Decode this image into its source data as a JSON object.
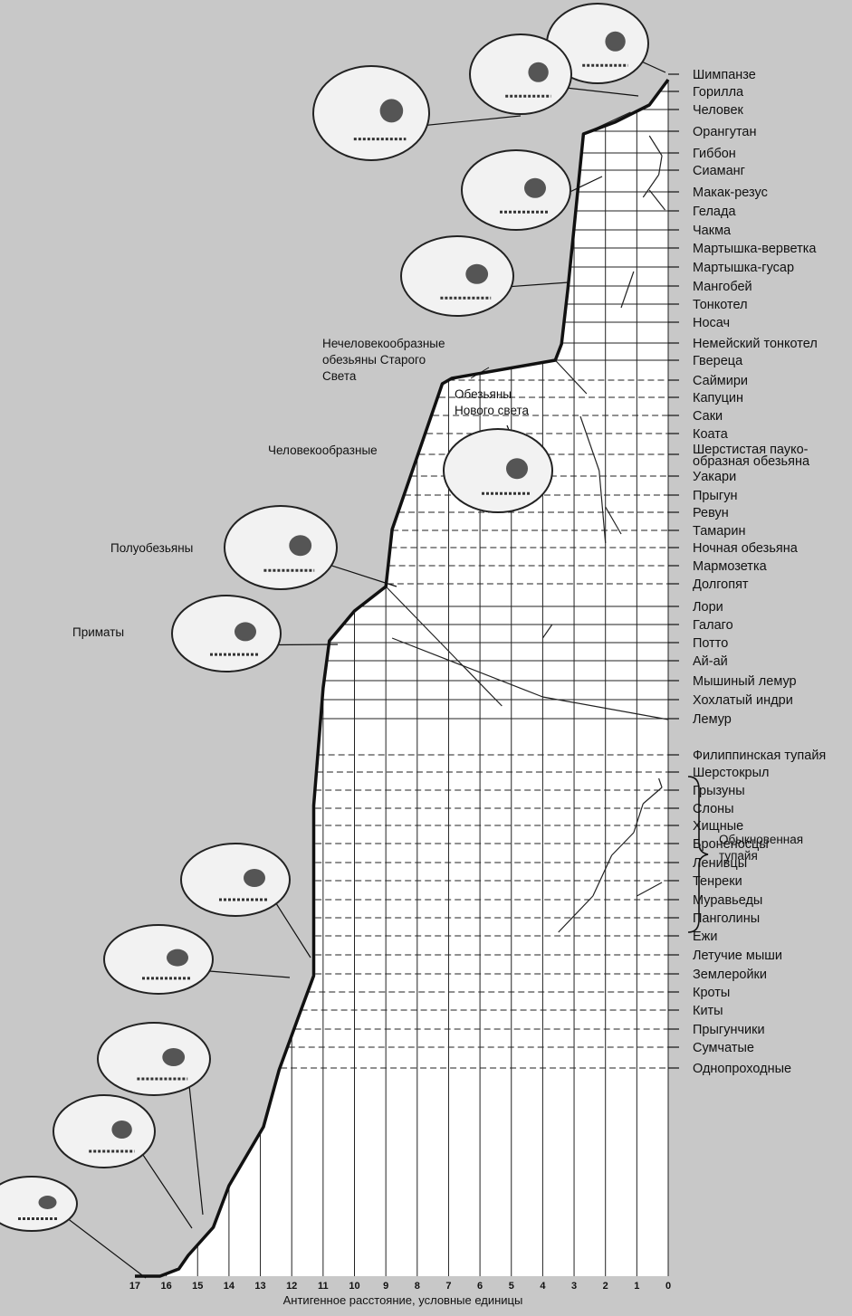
{
  "species": [
    "Шимпанзе",
    "Горилла",
    "Человек",
    "Орангутан",
    "Гиббон",
    "Сиаманг",
    "Макак-резус",
    "Гелада",
    "Чакма",
    "Мартышка-верветка",
    "Мартышка-гусар",
    "Мангобей",
    "Тонкотел",
    "Носач",
    "Немейский тонкотел",
    "Гвереца",
    "Саймири",
    "Капуцин",
    "Саки",
    "Коата",
    "Шерстистая пауко-\nобразная обезьяна",
    "Уакари",
    "Прыгун",
    "Ревун",
    "Тамарин",
    "Ночная обезьяна",
    "Мармозетка",
    "Долгопят",
    "Лори",
    "Галаго",
    "Потто",
    "Ай-ай",
    "Мышиный лемур",
    "Хохлатый индри",
    "Лемур",
    "Филиппинская тупайя",
    "Шерстокрыл",
    "Грызуны",
    "Слоны",
    "Хищные",
    "Броненосцы",
    "Ленивцы",
    "Тенреки",
    "Муравьеды",
    "Панголины",
    "Ежи",
    "Летучие мыши",
    "Землеройки",
    "Кроты",
    "Киты",
    "Прыгунчики",
    "Сумчатые",
    "Однопроходные"
  ],
  "groups": {
    "old_world": "Нечеловекообразные\nобезьяны Старого\nСвета",
    "new_world": "Обезьяны\nНового света",
    "apes": "Человекообразные",
    "prosimians": "Полуобезьяны",
    "primates": "Приматы",
    "tupaia": "Обыкновенная\nтупайя"
  },
  "axis": {
    "ticks": [
      "17",
      "16",
      "15",
      "14",
      "13",
      "12",
      "11",
      "10",
      "9",
      "8",
      "7",
      "6",
      "5",
      "4",
      "3",
      "2",
      "1",
      "0"
    ],
    "title": "Антигенное расстояние, условные  единицы"
  },
  "colors": {
    "background": "#c8c8c8",
    "panel": "#ffffff",
    "ink": "#111111"
  },
  "icons": [
    "skull-icon"
  ]
}
